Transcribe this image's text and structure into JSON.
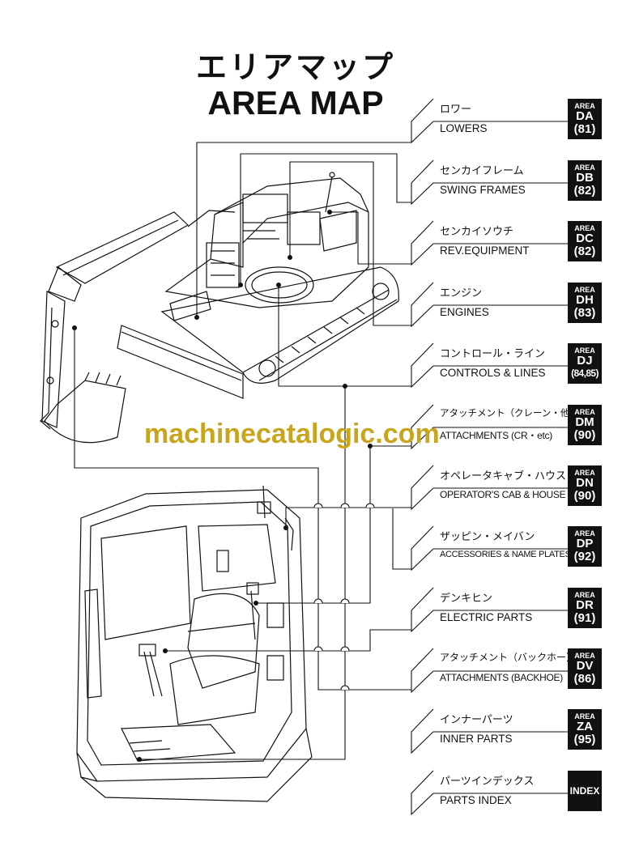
{
  "title": {
    "japanese": "エリアマップ",
    "english": "AREA MAP"
  },
  "watermark": "machinecatalogic.com",
  "entries": [
    {
      "jp": "ロワー",
      "en": "LOWERS",
      "area": "AREA",
      "code": "DA",
      "num": "(81)"
    },
    {
      "jp": "センカイフレーム",
      "en": "SWING FRAMES",
      "area": "AREA",
      "code": "DB",
      "num": "(82)"
    },
    {
      "jp": "センカイソウチ",
      "en": "REV.EQUIPMENT",
      "area": "AREA",
      "code": "DC",
      "num": "(82)"
    },
    {
      "jp": "エンジン",
      "en": "ENGINES",
      "area": "AREA",
      "code": "DH",
      "num": "(83)"
    },
    {
      "jp": "コントロール・ライン",
      "en": "CONTROLS & LINES",
      "area": "AREA",
      "code": "DJ",
      "num": "(84,85)"
    },
    {
      "jp": "アタッチメント（クレーン・他）",
      "en": "ATTACHMENTS (CR・etc)",
      "area": "AREA",
      "code": "DM",
      "num": "(90)"
    },
    {
      "jp": "オペレータキャブ・ハウス",
      "en": "OPERATOR'S CAB & HOUSE",
      "area": "AREA",
      "code": "DN",
      "num": "(90)"
    },
    {
      "jp": "ザッピン・メイバン",
      "en": "ACCESSORIES & NAME PLATES",
      "area": "AREA",
      "code": "DP",
      "num": "(92)"
    },
    {
      "jp": "デンキヒン",
      "en": "ELECTRIC PARTS",
      "area": "AREA",
      "code": "DR",
      "num": "(91)"
    },
    {
      "jp": "アタッチメント（バックホー）",
      "en": "ATTACHMENTS (BACKHOE)",
      "area": "AREA",
      "code": "DV",
      "num": "(86)"
    },
    {
      "jp": "インナーパーツ",
      "en": "INNER PARTS",
      "area": "AREA",
      "code": "ZA",
      "num": "(95)"
    },
    {
      "jp": "パーツインデックス",
      "en": "PARTS INDEX",
      "index": "INDEX"
    }
  ]
}
